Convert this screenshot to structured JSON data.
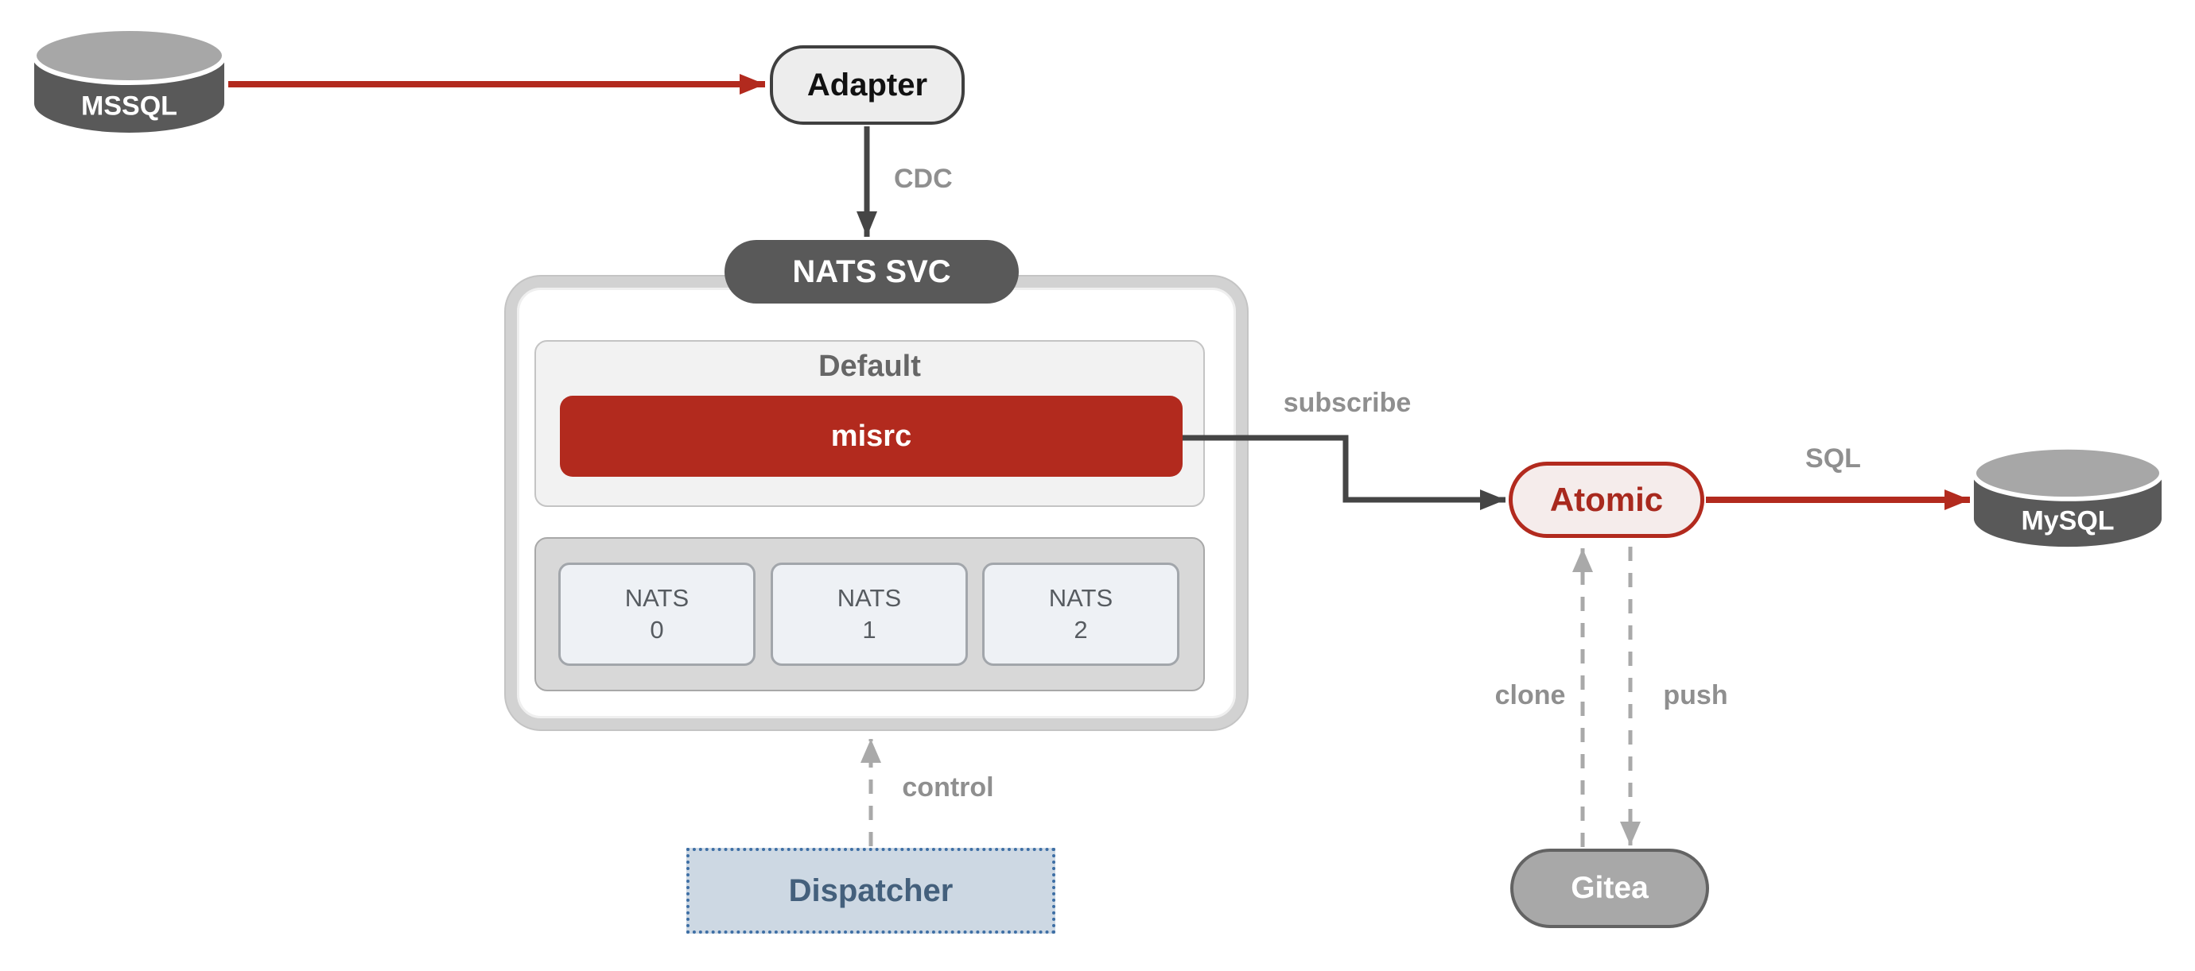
{
  "diagram": {
    "nodes": {
      "mssql": {
        "label": "MSSQL",
        "type": "database"
      },
      "adapter": {
        "label": "Adapter",
        "type": "process"
      },
      "nats_svc": {
        "label": "NATS SVC",
        "type": "service"
      },
      "default_group": {
        "label": "Default",
        "type": "group"
      },
      "misrc": {
        "label": "misrc",
        "type": "stream"
      },
      "nats_cluster": [
        {
          "line1": "NATS",
          "line2": "0"
        },
        {
          "line1": "NATS",
          "line2": "1"
        },
        {
          "line1": "NATS",
          "line2": "2"
        }
      ],
      "atomic": {
        "label": "Atomic",
        "type": "process"
      },
      "mysql": {
        "label": "MySQL",
        "type": "database"
      },
      "gitea": {
        "label": "Gitea",
        "type": "service"
      },
      "dispatcher": {
        "label": "Dispatcher",
        "type": "controller"
      }
    },
    "edges": [
      {
        "from": "MSSQL",
        "to": "Adapter",
        "label": "",
        "style": "solid",
        "color": "#b22a1e"
      },
      {
        "from": "Adapter",
        "to": "NATS SVC",
        "label": "CDC",
        "style": "solid",
        "color": "#454545"
      },
      {
        "from": "misrc",
        "to": "Atomic",
        "label": "subscribe",
        "style": "solid",
        "color": "#454545"
      },
      {
        "from": "Atomic",
        "to": "MySQL",
        "label": "SQL",
        "style": "solid",
        "color": "#b22a1e"
      },
      {
        "from": "Gitea",
        "to": "Atomic",
        "label": "clone",
        "style": "dashed",
        "color": "#a9a9a9"
      },
      {
        "from": "Atomic",
        "to": "Gitea",
        "label": "push",
        "style": "dashed",
        "color": "#a9a9a9"
      },
      {
        "from": "Dispatcher",
        "to": "NATS SVC",
        "label": "control",
        "style": "dashed",
        "color": "#a9a9a9"
      }
    ],
    "theme": {
      "colors": {
        "red": "#b22a1e",
        "red-text": "#a8291e",
        "atomic-fill": "#f5eceb",
        "gray-dark": "#595959",
        "cyl-top": "#a7a7a7",
        "node-light": "#ededed",
        "ink-dark": "#3f3f3f",
        "label-gray": "#8f8f8f",
        "arrow-dark": "#454545",
        "dash-gray": "#a9a9a9",
        "container-border": "#d2d2d2",
        "default-fill": "#f2f2f2",
        "cluster-fill": "#d8d8d8",
        "nats-fill": "#eef1f5",
        "gitea-fill": "#a8a8a8",
        "dispatcher-fill": "#cdd8e3",
        "dispatcher-border": "#3e6fa5",
        "dispatcher-text": "#44607c"
      }
    }
  }
}
